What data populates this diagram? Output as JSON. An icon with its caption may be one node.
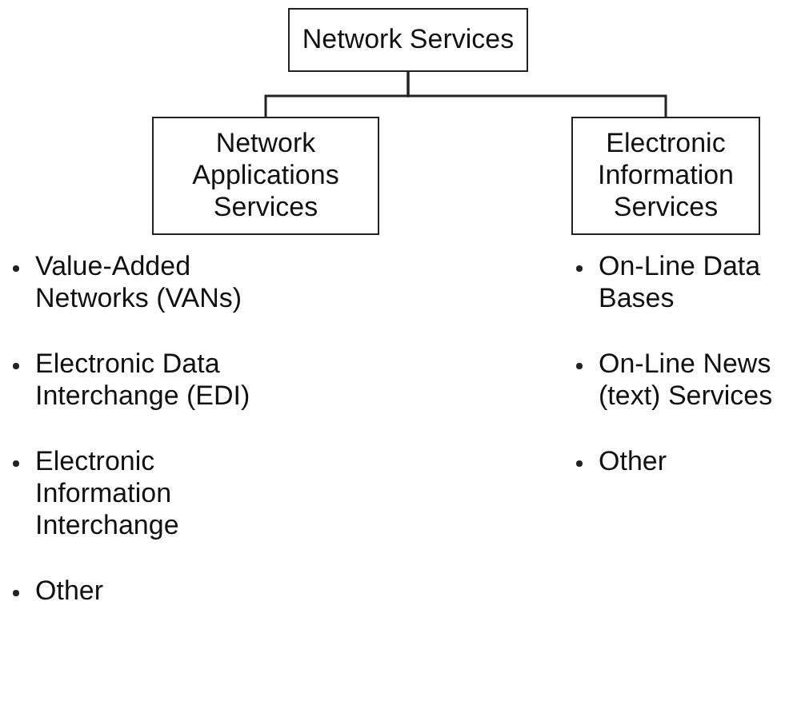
{
  "diagram": {
    "nodes": [
      {
        "text": [
          "Network Services"
        ]
      },
      {
        "text": [
          "Network Applications Services"
        ]
      },
      {
        "text": [
          "Electronic Information Services"
        ]
      }
    ],
    "edges": [
      {
        "from": 0,
        "to": 1,
        "arrow": "none"
      },
      {
        "from": 0,
        "to": 2,
        "arrow": "none"
      }
    ],
    "labels": [
      "Value-Added Networks (VANs)",
      "Electronic Data Interchange (EDI)",
      "Electronic Information Interchange",
      "Other",
      "On-Line Data Bases",
      "On-Line News (text) Services",
      "Other"
    ]
  }
}
